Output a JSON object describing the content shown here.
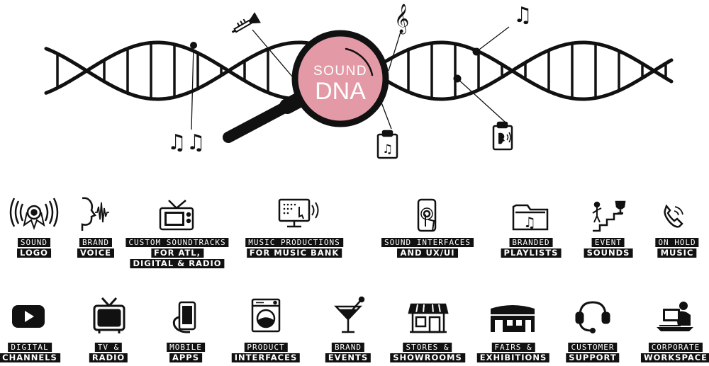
{
  "magnifier": {
    "line1": "SOUND",
    "line2": "DNA"
  },
  "colors": {
    "ink": "#111111",
    "lens": "#e39aa6",
    "white": "#ffffff"
  },
  "dna_icons": [
    "trumpet-icon",
    "treble-clef-icon",
    "music-note-icon",
    "music-notes-icon",
    "clipboard-music-icon",
    "clipboard-voice-icon"
  ],
  "services": [
    {
      "lines": [
        "SOUND",
        "LOGO"
      ],
      "icon": "sound-logo-icon"
    },
    {
      "lines": [
        "BRAND",
        "VOICE"
      ],
      "icon": "voice-icon"
    },
    {
      "lines": [
        "CUSTOM SOUNDTRACKS",
        "FOR ATL,",
        "DIGITAL & RADIO"
      ],
      "icon": "tv-icon"
    },
    {
      "lines": [
        "MUSIC PRODUCTIONS",
        "FOR MUSIC BANK"
      ],
      "icon": "monitor-touch-icon"
    },
    {
      "lines": [
        "SOUND INTERFACES",
        "AND UX/UI"
      ],
      "icon": "phone-touch-icon"
    },
    {
      "lines": [
        "BRANDED",
        "PLAYLISTS"
      ],
      "icon": "folder-music-icon"
    },
    {
      "lines": [
        "EVENT",
        "SOUNDS"
      ],
      "icon": "stairs-trophy-icon"
    },
    {
      "lines": [
        "ON HOLD",
        "MUSIC"
      ],
      "icon": "phone-call-icon"
    }
  ],
  "channels": [
    {
      "lines": [
        "DIGITAL",
        "CHANNELS"
      ],
      "icon": "play-button-icon"
    },
    {
      "lines": [
        "TV &",
        "RADIO"
      ],
      "icon": "retro-tv-icon"
    },
    {
      "lines": [
        "MOBILE",
        "APPS"
      ],
      "icon": "hand-phone-icon"
    },
    {
      "lines": [
        "PRODUCT",
        "INTERFACES"
      ],
      "icon": "washing-machine-icon"
    },
    {
      "lines": [
        "BRAND",
        "EVENTS"
      ],
      "icon": "cocktail-icon"
    },
    {
      "lines": [
        "STORES &",
        "SHOWROOMS"
      ],
      "icon": "store-icon"
    },
    {
      "lines": [
        "FAIRS &",
        "EXHIBITIONS"
      ],
      "icon": "exhibition-hall-icon"
    },
    {
      "lines": [
        "CUSTOMER",
        "SUPPORT"
      ],
      "icon": "headset-icon"
    },
    {
      "lines": [
        "CORPORATE",
        "WORKSPACE"
      ],
      "icon": "workspace-icon"
    }
  ]
}
